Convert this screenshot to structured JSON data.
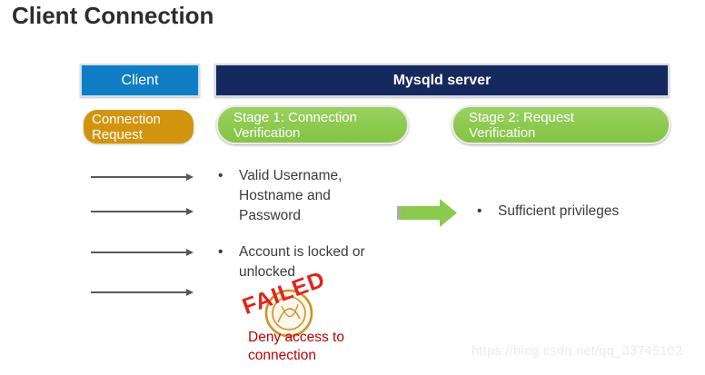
{
  "title": "Client Connection",
  "flow": {
    "client_label": "Client",
    "server_label": "Mysqld server",
    "request_label": "Connection\nRequest",
    "stage1_label": "Stage 1: Connection\nVerification",
    "stage2_label": "Stage 2: Request\nVerification",
    "bullet_glyph": "•",
    "stage1_bullets": [
      "Valid Username,\nHostname and\nPassword",
      "Account is locked or\nunlocked"
    ],
    "stage2_bullets": [
      "Sufficient privileges"
    ],
    "failed_stamp": "FAILED",
    "failure_note": "Deny access to\nconnection"
  },
  "watermark": "https://blog.csdn.net/qq_33745102",
  "colors": {
    "client_blue": "#117dc4",
    "server_navy": "#16295f",
    "request_orange": "#d2940e",
    "stage_green": "#8cc94f",
    "request_arrow_gray": "#575757",
    "pass_arrow_green": "#8cc94f",
    "stamp_red": "#e2231a",
    "failure_text_red": "#c00000",
    "seal_gold": "#c9952c",
    "body_text": "#3b3b3b"
  }
}
